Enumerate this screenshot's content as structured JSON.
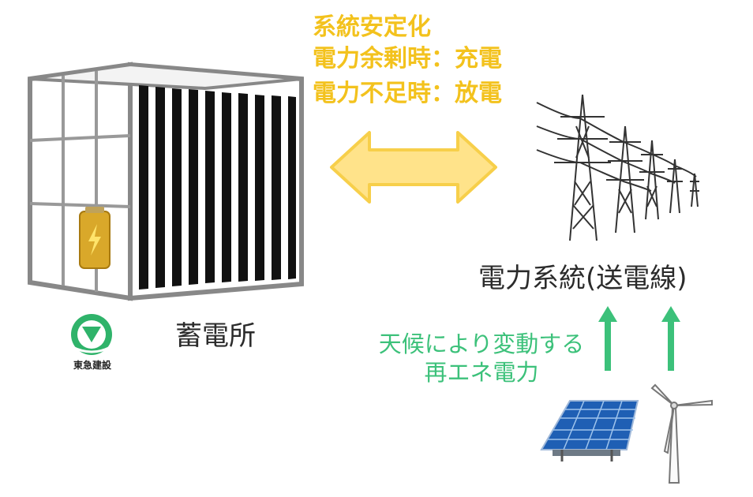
{
  "grid_message": {
    "line1": "系統安定化",
    "line2": "電力余剰時：充電",
    "line3": "電力不足時：放電"
  },
  "storage_label": "蓄電所",
  "grid_label": "電力系統(送電線)",
  "renewable_label": {
    "line1": "天候により変動する",
    "line2": "再エネ電力"
  },
  "logo_caption": "東急建設",
  "colors": {
    "arrow_yellow": "#ffe38a",
    "arrow_stroke": "#f7cf4a",
    "text_yellow": "#f3c21d",
    "green": "#3cc17a"
  }
}
